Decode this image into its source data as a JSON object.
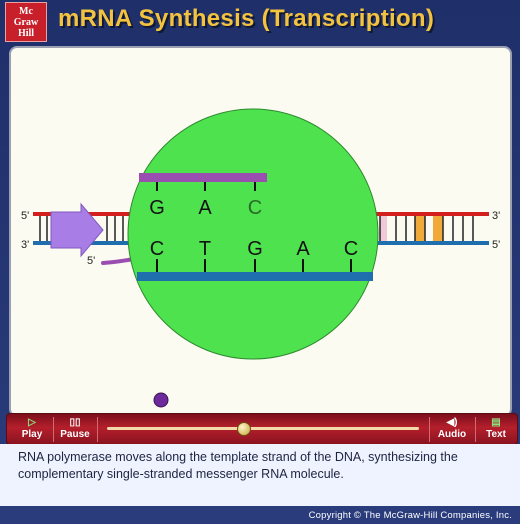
{
  "header": {
    "logo_lines": [
      "Mc",
      "Graw",
      "Hill"
    ],
    "title": "mRNA Synthesis (Transcription)"
  },
  "diagram": {
    "rna_letters": [
      "G",
      "A",
      "C"
    ],
    "template_letters": [
      "C",
      "T",
      "G",
      "A",
      "C"
    ],
    "left_top_label": "5'",
    "left_bottom_label": "3'",
    "rna_5prime_label": "5'",
    "right_top_label": "3'",
    "right_bottom_label": "5'",
    "colors": {
      "coding_strand": "#d41f1f",
      "template_strand": "#1f6fae",
      "polymerase": "#4fe24f",
      "rna": "#9a4eb0",
      "arrow": "#a87ee6",
      "new_base": "#f1a93a"
    }
  },
  "controls": {
    "play_label": "Play",
    "pause_label": "Pause",
    "audio_label": "Audio",
    "text_label": "Text",
    "progress": 0.44
  },
  "caption": "RNA polymerase moves along the template strand of the DNA, synthesizing the complementary single-stranded messenger RNA molecule.",
  "copyright": "Copyright © The McGraw-Hill Companies, Inc."
}
